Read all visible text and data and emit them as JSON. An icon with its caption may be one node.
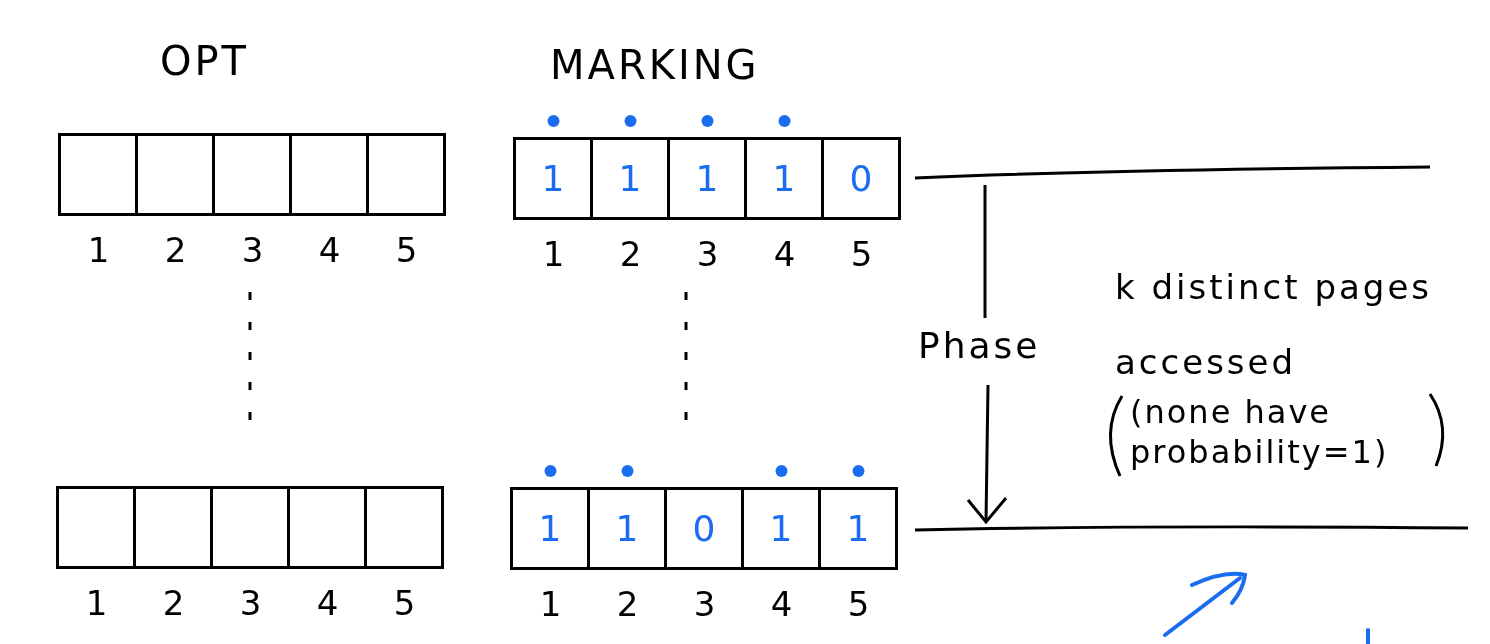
{
  "diagram": {
    "nodes": [
      {
        "text": [],
        "shape": "box",
        "beside": [
          "1"
        ]
      },
      {
        "text": [],
        "shape": "box",
        "beside": [
          "2"
        ]
      },
      {
        "text": [],
        "shape": "box",
        "beside": [
          "3"
        ]
      },
      {
        "text": [],
        "shape": "box",
        "beside": [
          "4"
        ]
      },
      {
        "text": [],
        "shape": "box",
        "beside": [
          "5"
        ]
      },
      {
        "text": [
          "1"
        ],
        "beside": [
          "1"
        ]
      },
      {
        "text": [
          "1"
        ],
        "beside": [
          "2"
        ]
      },
      {
        "text": [
          "1"
        ],
        "beside": [
          "3"
        ]
      },
      {
        "text": [
          "1"
        ],
        "beside": [
          "4"
        ]
      },
      {
        "text": [
          "0"
        ],
        "beside": [
          "5"
        ]
      },
      {
        "text": [],
        "shape": "box",
        "beside": [
          "1"
        ]
      },
      {
        "text": [],
        "shape": "box",
        "beside": [
          "2"
        ]
      },
      {
        "text": [],
        "shape": "box",
        "beside": [
          "3"
        ]
      },
      {
        "text": [],
        "shape": "box",
        "beside": [
          "4"
        ]
      },
      {
        "text": [],
        "shape": "box",
        "beside": [
          "5"
        ]
      },
      {
        "text": [
          "1"
        ],
        "beside": [
          "1"
        ]
      },
      {
        "text": [
          "1"
        ],
        "beside": [
          "2"
        ]
      },
      {
        "text": [
          "0"
        ],
        "beside": [
          "3"
        ]
      },
      {
        "text": [
          "1"
        ],
        "beside": [
          "4"
        ]
      },
      {
        "text": [
          "1"
        ],
        "beside": [
          "5"
        ]
      }
    ],
    "edges": [],
    "labels": [
      "OPT",
      "MARKING",
      "Phase",
      "k distinct pages accessed",
      "(none have probability=1)"
    ]
  }
}
